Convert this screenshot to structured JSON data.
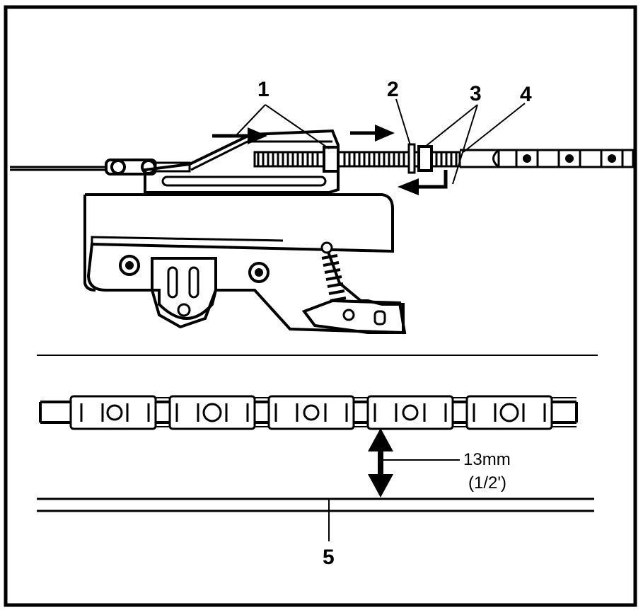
{
  "callouts": {
    "c1": "1",
    "c2": "2",
    "c3": "3",
    "c4": "4",
    "c5": "5"
  },
  "measurement": {
    "metric": "13mm",
    "imperial": "(1/2')"
  },
  "colors": {
    "ink": "#000000",
    "paper": "#ffffff"
  }
}
